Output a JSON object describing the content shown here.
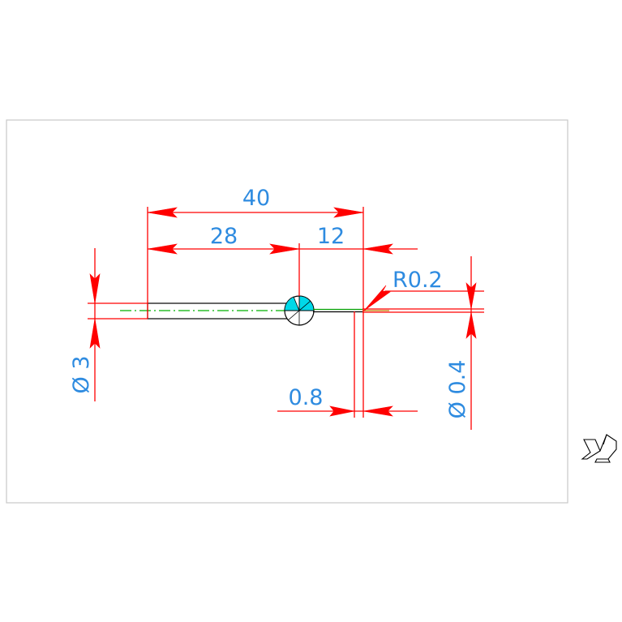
{
  "drawing": {
    "dimensions": {
      "overall_length": "40",
      "shank_length": "28",
      "tip_length": "12",
      "shank_diameter": "Ø 3",
      "tip_diameter": "Ø 0.4",
      "tip_radius": "R0.2",
      "tip_offset": "0.8"
    },
    "colors": {
      "dimension_lines": "#ff0000",
      "dimension_text": "#2e8be0",
      "part_outline": "#000000",
      "centerline": "#00b000",
      "hatch_fill": "#00d8e8",
      "frame": "#c8c8c8"
    },
    "icons": {
      "ucs": "ucs-axis-icon"
    }
  }
}
